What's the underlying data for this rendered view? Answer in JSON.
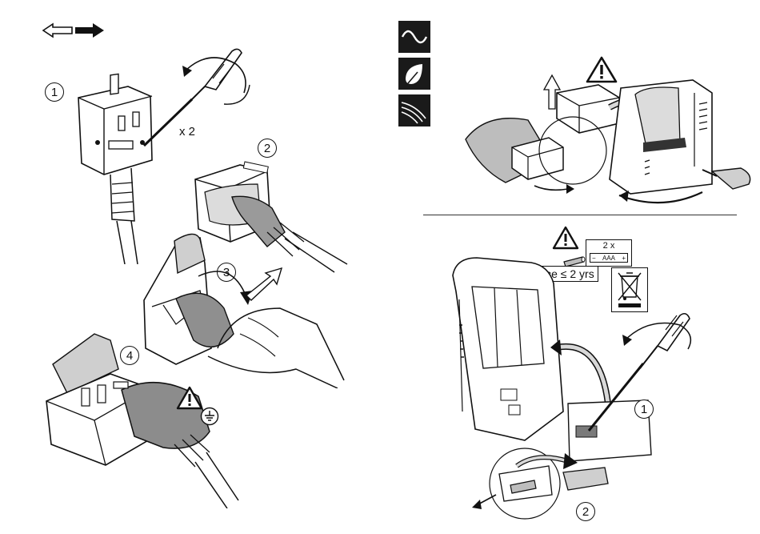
{
  "left_panel": {
    "steps": {
      "s1": "1",
      "s2": "2",
      "s3": "3",
      "s4": "4"
    },
    "screw_count": "x 2",
    "direction_icons": [
      "outline-arrow-left-icon",
      "solid-arrow-right-icon"
    ],
    "warning_icons": [
      "warning-triangle-icon",
      "earth-ground-icon"
    ]
  },
  "right_top": {
    "symbol_tiles": [
      "sine-wave-icon",
      "leaf-drop-icon",
      "wires-icon"
    ],
    "warning_icons": [
      "warning-triangle-icon"
    ]
  },
  "right_bottom": {
    "battery_qty": "2 x",
    "battery_minus": "−",
    "battery_type": "AAA",
    "battery_plus": "+",
    "replace_note": "replace ≤ 2 yrs",
    "steps": {
      "s1": "1",
      "s2": "2"
    },
    "warning_icons": [
      "warning-triangle-icon",
      "crossed-bin-icon"
    ]
  },
  "colors": {
    "line": "#111111",
    "fill_light": "#f2f2f2",
    "fill_mid": "#bdbdbd",
    "fill_dark": "#7a7a7a",
    "tile": "#1a1a1a"
  }
}
